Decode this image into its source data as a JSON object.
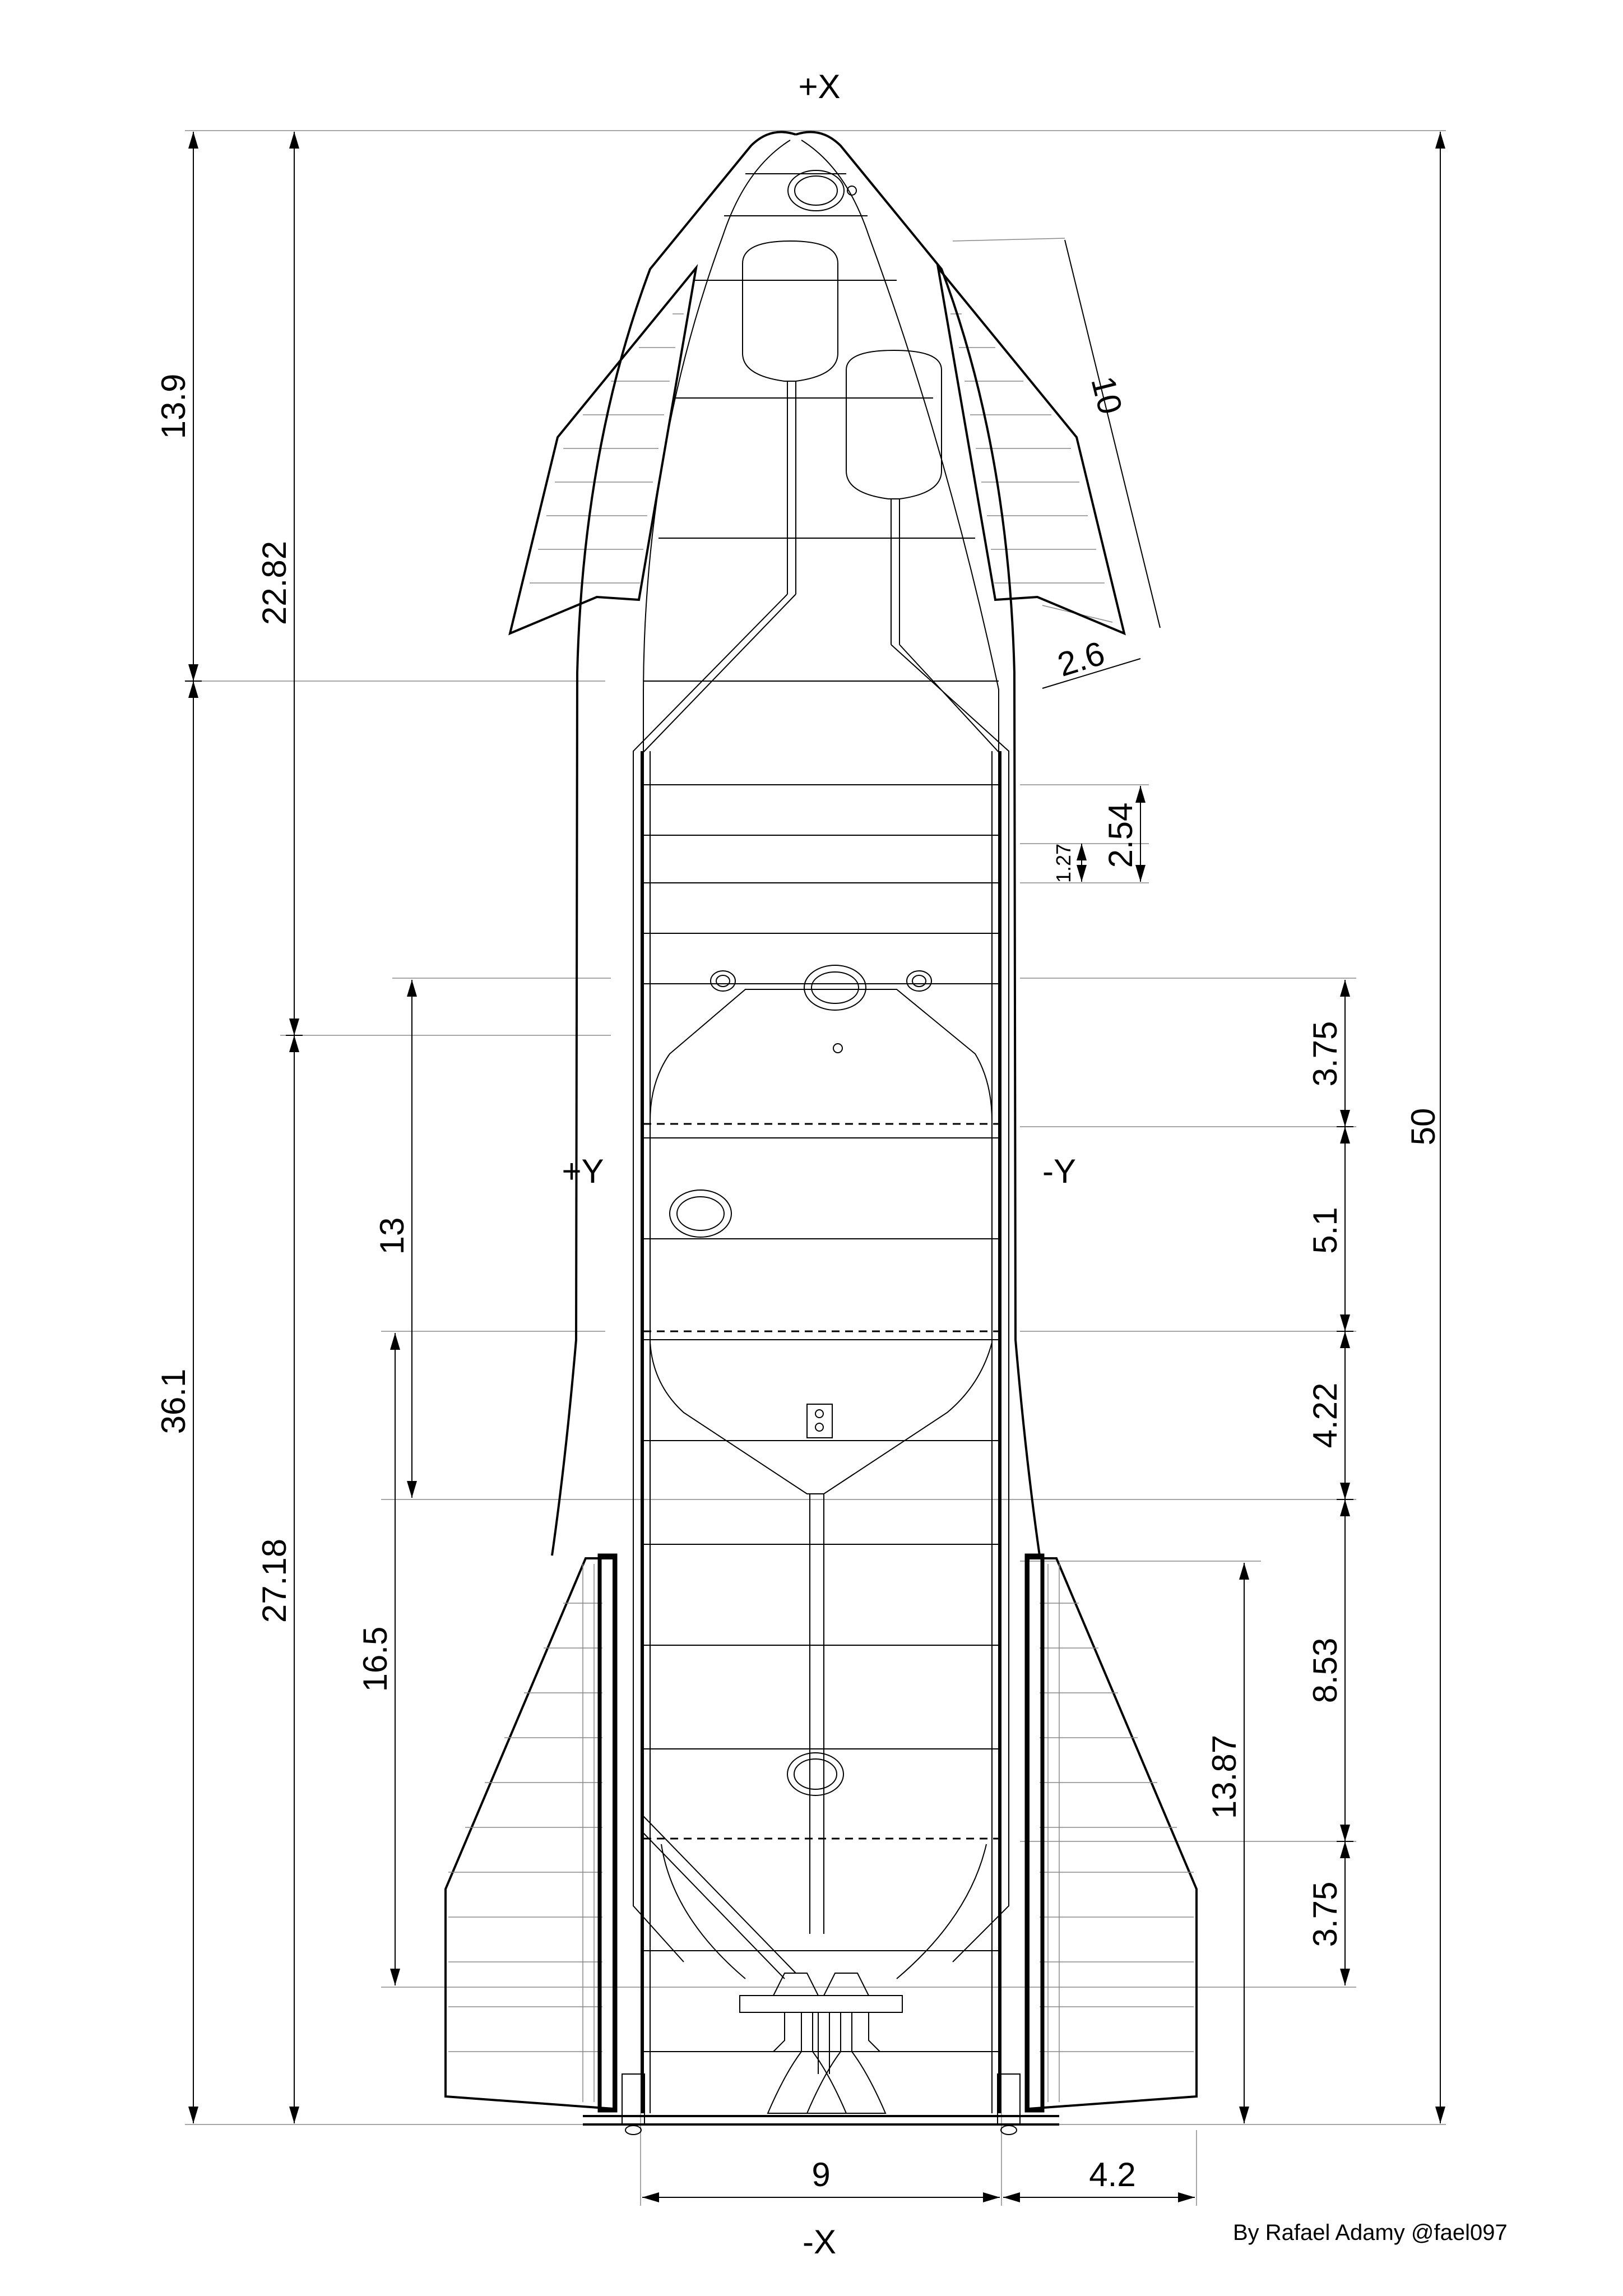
{
  "axes": {
    "top": "+X",
    "bottom": "-X",
    "left": "+Y",
    "right": "-Y"
  },
  "dimensions": {
    "nose_height": "13.9",
    "lower_body_height": "36.1",
    "upper_to_tank": "22.82",
    "lower_to_tank": "27.18",
    "tank_span": "13",
    "flap_base_span": "16.5",
    "total_height": "50",
    "forward_flap_length": "10",
    "forward_flap_width": "2.6",
    "ring_pitch": "2.54",
    "ring_half": "1.27",
    "seg_a": "3.75",
    "seg_b": "5.1",
    "seg_c": "4.22",
    "seg_d": "8.53",
    "seg_e": "3.75",
    "aft_flap_height": "13.87",
    "diameter": "9",
    "aft_flap_width": "4.2"
  },
  "credit": "By Rafael Adamy @fael097"
}
